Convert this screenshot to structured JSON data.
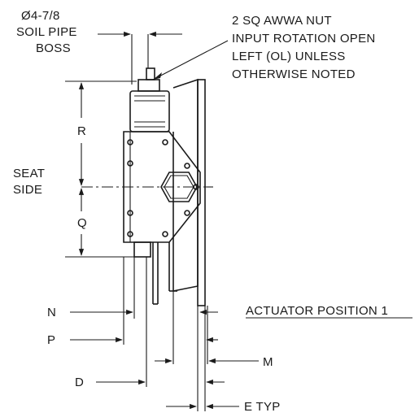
{
  "labels": {
    "soil_pipe_1": "Ø4-7/8",
    "soil_pipe_2": "SOIL PIPE",
    "soil_pipe_3": "BOSS",
    "note_1": "2 SQ AWWA NUT",
    "note_2": "INPUT ROTATION OPEN",
    "note_3": "LEFT (OL) UNLESS",
    "note_4": "OTHERWISE NOTED",
    "seat_1": "SEAT",
    "seat_2": "SIDE",
    "dim_r": "R",
    "dim_q": "Q",
    "dim_n": "N",
    "dim_p": "P",
    "dim_m": "M",
    "dim_d": "D",
    "dim_e": "E TYP",
    "position_title": "ACTUATOR POSITION 1"
  },
  "colors": {
    "ink": "#1a1a1a",
    "background": "#ffffff"
  }
}
